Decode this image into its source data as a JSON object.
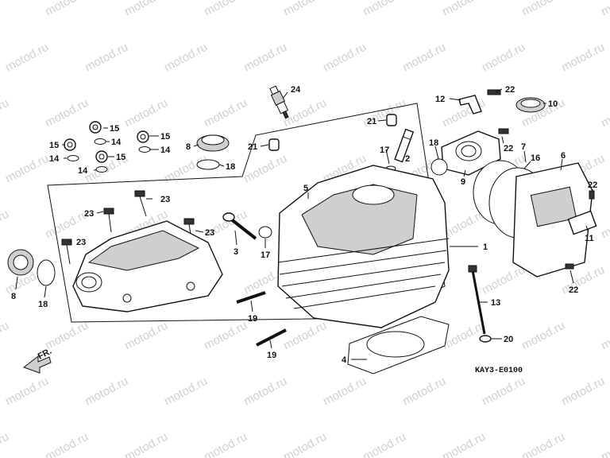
{
  "watermark": "motod.ru",
  "diagram_code": "KAY3-E0100",
  "front_arrow": {
    "label": "FR.",
    "icon": "front-direction-arrow-icon"
  },
  "callouts": [
    {
      "id": "c24",
      "label": "24"
    },
    {
      "id": "c12",
      "label": "12"
    },
    {
      "id": "c22a",
      "label": "22"
    },
    {
      "id": "c10",
      "label": "10"
    },
    {
      "id": "c15a",
      "label": "15"
    },
    {
      "id": "c15b",
      "label": "15"
    },
    {
      "id": "c15c",
      "label": "15"
    },
    {
      "id": "c15d",
      "label": "15"
    },
    {
      "id": "c14a",
      "label": "14"
    },
    {
      "id": "c14b",
      "label": "14"
    },
    {
      "id": "c14c",
      "label": "14"
    },
    {
      "id": "c14d",
      "label": "14"
    },
    {
      "id": "c8a",
      "label": "8"
    },
    {
      "id": "c18a",
      "label": "18"
    },
    {
      "id": "c21a",
      "label": "21"
    },
    {
      "id": "c21b",
      "label": "21"
    },
    {
      "id": "c17a",
      "label": "17"
    },
    {
      "id": "c2",
      "label": "2"
    },
    {
      "id": "c18b",
      "label": "18"
    },
    {
      "id": "c22b",
      "label": "22"
    },
    {
      "id": "c7",
      "label": "7"
    },
    {
      "id": "c16",
      "label": "16"
    },
    {
      "id": "c6",
      "label": "6"
    },
    {
      "id": "c9",
      "label": "9"
    },
    {
      "id": "c5",
      "label": "5"
    },
    {
      "id": "c23a",
      "label": "23"
    },
    {
      "id": "c23b",
      "label": "23"
    },
    {
      "id": "c23c",
      "label": "23"
    },
    {
      "id": "c23d",
      "label": "23"
    },
    {
      "id": "c22c",
      "label": "22"
    },
    {
      "id": "c11",
      "label": "11"
    },
    {
      "id": "c3",
      "label": "3"
    },
    {
      "id": "c17b",
      "label": "17"
    },
    {
      "id": "c1",
      "label": "1"
    },
    {
      "id": "c8b",
      "label": "8"
    },
    {
      "id": "c18c",
      "label": "18"
    },
    {
      "id": "c22d",
      "label": "22"
    },
    {
      "id": "c13",
      "label": "13"
    },
    {
      "id": "c19a",
      "label": "19"
    },
    {
      "id": "c19b",
      "label": "19"
    },
    {
      "id": "c20",
      "label": "20"
    },
    {
      "id": "c4",
      "label": "4"
    }
  ]
}
